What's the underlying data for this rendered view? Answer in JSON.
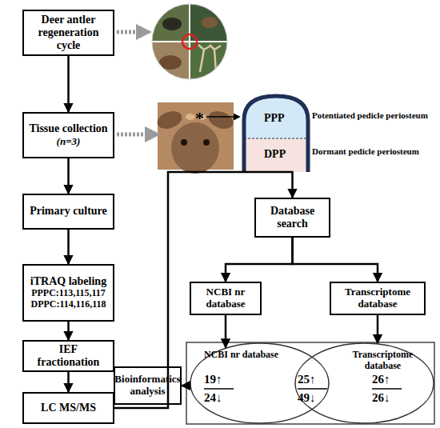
{
  "diagram": {
    "nodes": [
      {
        "text": [
          "Deer antler regeneration cycle"
        ]
      },
      {
        "text": [
          "Tissue collection",
          "(n=3)"
        ]
      },
      {
        "text": [
          "Primary culture"
        ]
      },
      {
        "text": [
          "iTRAQ labeling",
          "PPPC:113,115,117",
          "DPPC:114,116,118"
        ]
      },
      {
        "text": [
          "IEF fractionation"
        ]
      },
      {
        "text": [
          "LC MS/MS"
        ]
      },
      {
        "text": [
          "Database search"
        ]
      },
      {
        "text": [
          "NCBI nr database"
        ]
      },
      {
        "text": [
          "Transcriptome database"
        ]
      },
      {
        "text": [
          "NCBI nr database"
        ]
      },
      {
        "text": [
          "Transcriptome database"
        ]
      },
      {
        "text": [
          "Bioinformatics analysis"
        ]
      }
    ],
    "edges": [
      {
        "from": 0,
        "to": 1,
        "arrow": "to"
      },
      {
        "from": 1,
        "to": 2,
        "arrow": "to"
      },
      {
        "from": 2,
        "to": 3,
        "arrow": "to"
      },
      {
        "from": 3,
        "to": 4,
        "arrow": "to"
      },
      {
        "from": 4,
        "to": 5,
        "arrow": "to"
      },
      {
        "from": 5,
        "to": 6,
        "arrow": "to"
      },
      {
        "from": 6,
        "to": 7,
        "arrow": "to"
      },
      {
        "from": 6,
        "to": 8,
        "arrow": "to"
      },
      {
        "from": 7,
        "to": 9,
        "arrow": "to"
      },
      {
        "from": 8,
        "to": 10,
        "arrow": "to"
      },
      {
        "from": 9,
        "to": 11,
        "arrow": "to"
      }
    ],
    "labels": [
      "*",
      "PPP",
      "DPP",
      "Potentiated pedicle periosteum",
      "Dormant pedicle periosteum",
      "19↑",
      "24↓",
      "25↑",
      "49↓",
      "26↑",
      "26↓"
    ]
  }
}
